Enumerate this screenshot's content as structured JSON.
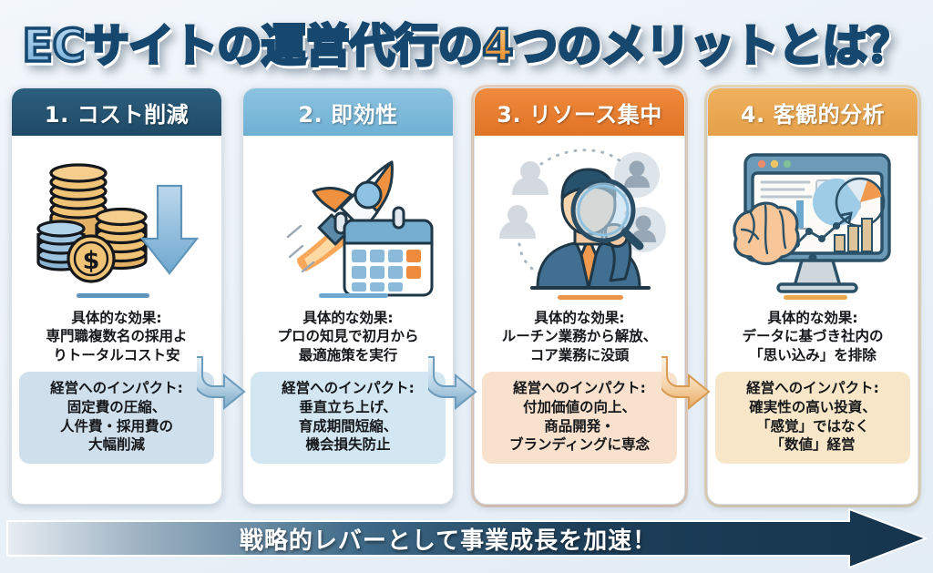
{
  "title": {
    "part1": "ECサイトの運営代行の",
    "highlight": "4つのメリット",
    "part2": "とは？"
  },
  "colors": {
    "card1_header": "#1f4a66",
    "card2_header": "#6fb0d4",
    "card3_header": "#e07326",
    "card4_header": "#e5a049",
    "banner": "#1b3b55",
    "title_blue": "#9ec9e8",
    "title_orange": "#f5a54a"
  },
  "cards": [
    {
      "header": "1. コスト削減",
      "icon": "coin-stacks-down-arrow-icon",
      "effect_lead": "具体的な効果:",
      "effect_lines": [
        "専門職複数名の採用よ",
        "りトータルコスト安"
      ],
      "impact_lead": "経営へのインパクト:",
      "impact_lines": [
        "固定費の圧縮、",
        "人件費・採用費の",
        "大幅削減"
      ]
    },
    {
      "header": "2. 即効性",
      "icon": "rocket-calendar-icon",
      "effect_lead": "具体的な効果:",
      "effect_lines": [
        "プロの知見で初月から",
        "最適施策を実行"
      ],
      "impact_lead": "経営へのインパクト:",
      "impact_lines": [
        "垂直立ち上げ、",
        "育成期間短縮、",
        "機会損失防止"
      ]
    },
    {
      "header": "3. リソース集中",
      "icon": "businessman-magnifier-icon",
      "effect_lead": "具体的な効果:",
      "effect_lines": [
        "ルーチン業務から解放、",
        "コア業務に没頭"
      ],
      "impact_lead": "経営へのインパクト:",
      "impact_lines": [
        "付加価値の向上、",
        "商品開発・",
        "ブランディングに専念"
      ]
    },
    {
      "header": "4. 客観的分析",
      "icon": "dashboard-brain-icon",
      "effect_lead": "具体的な効果:",
      "effect_lines": [
        "データに基づき社内の",
        "「思い込み」を排除"
      ],
      "impact_lead": "経営へのインパクト:",
      "impact_lines": [
        "確実性の高い投資、",
        "「感覚」ではなく",
        "「数値」経営"
      ]
    }
  ],
  "connectors": [
    {
      "name": "arrow-card1-to-card2",
      "tone": "blue"
    },
    {
      "name": "arrow-card2-to-card3",
      "tone": "blue"
    },
    {
      "name": "arrow-card3-to-card4",
      "tone": "orange"
    }
  ],
  "banner": {
    "text": "戦略的レバーとして事業成長を加速！"
  }
}
